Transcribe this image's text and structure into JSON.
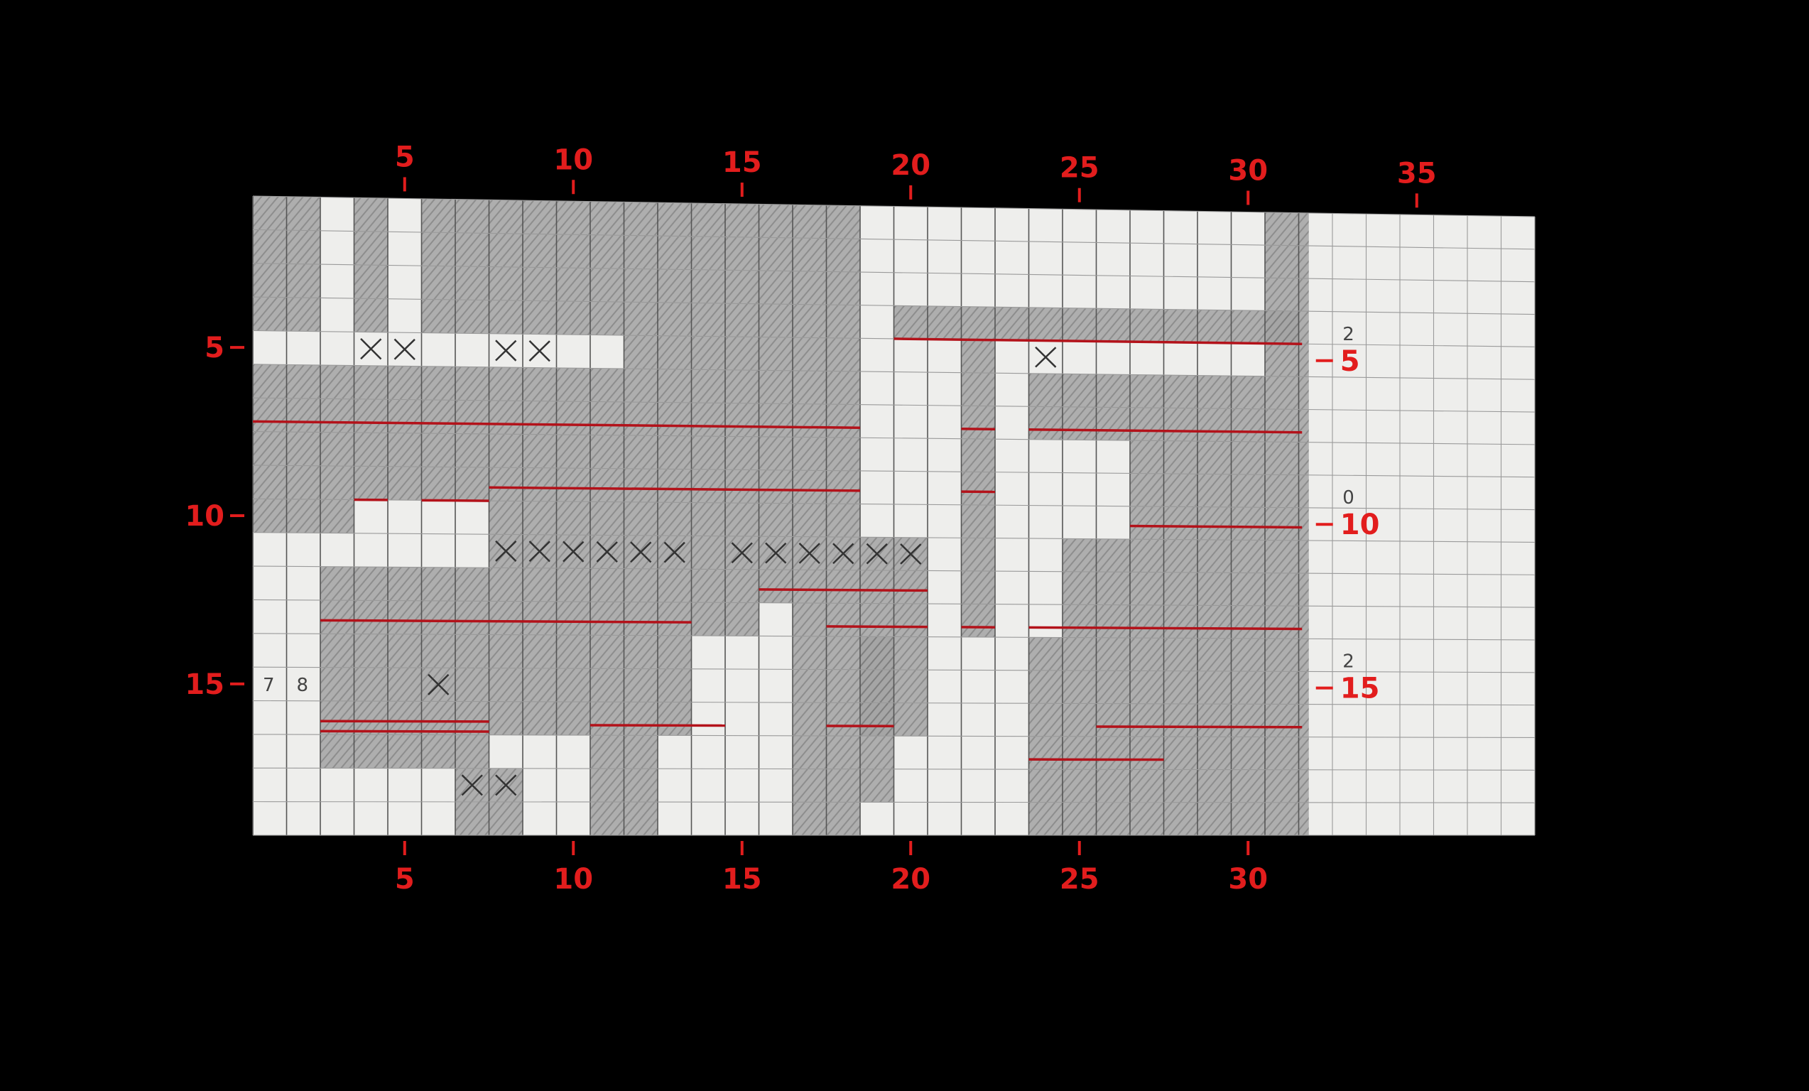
{
  "photo": {
    "description_kind": "photographed-graph-paper-nonogram",
    "grid_columns": 38,
    "grid_rows": 19,
    "paper_color": "#eeeeec",
    "grid_line_color": "#9a9a9a",
    "cell_border_color": "#555555",
    "shade_color": "#8d8d8d",
    "annotation_color": "#e21d1d",
    "background_color": "#000000"
  },
  "annotations": {
    "top": [
      {
        "text": "5",
        "col": 5
      },
      {
        "text": "10",
        "col": 10
      },
      {
        "text": "15",
        "col": 15
      },
      {
        "text": "20",
        "col": 20
      },
      {
        "text": "25",
        "col": 25
      },
      {
        "text": "30",
        "col": 30
      },
      {
        "text": "35",
        "col": 35
      }
    ],
    "bottom": [
      {
        "text": "5",
        "col": 5
      },
      {
        "text": "10",
        "col": 10
      },
      {
        "text": "15",
        "col": 15
      },
      {
        "text": "20",
        "col": 20
      },
      {
        "text": "25",
        "col": 25
      },
      {
        "text": "30",
        "col": 30
      }
    ],
    "left": [
      {
        "text": "5",
        "row": 5
      },
      {
        "text": "10",
        "row": 10
      },
      {
        "text": "15",
        "row": 15
      }
    ],
    "right": [
      {
        "text": "5",
        "row": 5
      },
      {
        "text": "10",
        "row": 10
      },
      {
        "text": "15",
        "row": 15
      }
    ]
  },
  "pencil_marks": {
    "right_small": [
      "2",
      "0",
      "2"
    ],
    "left_small": [
      "7",
      "8"
    ]
  },
  "shaded_regions": [
    {
      "c0": 0,
      "r0": 0,
      "c1": 2,
      "r1": 4
    },
    {
      "c0": 3,
      "r0": 0,
      "c1": 4,
      "r1": 4
    },
    {
      "c0": 5,
      "r0": 0,
      "c1": 9,
      "r1": 4
    },
    {
      "c0": 9,
      "r0": 0,
      "c1": 11,
      "r1": 4
    },
    {
      "c0": 11,
      "r0": 0,
      "c1": 15,
      "r1": 5
    },
    {
      "c0": 15,
      "r0": 0,
      "c1": 18,
      "r1": 5
    },
    {
      "c0": 30,
      "r0": 0,
      "c1": 31.3,
      "r1": 5
    },
    {
      "c0": 19,
      "r0": 3,
      "c1": 31,
      "r1": 4
    },
    {
      "c0": 0,
      "r0": 5,
      "c1": 18,
      "r1": 9
    },
    {
      "c0": 7,
      "r0": 9,
      "c1": 18,
      "r1": 10
    },
    {
      "c0": 0,
      "r0": 9,
      "c1": 3,
      "r1": 10
    },
    {
      "c0": 21,
      "r0": 4,
      "c1": 22,
      "r1": 13
    },
    {
      "c0": 23,
      "r0": 5,
      "c1": 31.3,
      "r1": 7
    },
    {
      "c0": 26,
      "r0": 7,
      "c1": 31.3,
      "r1": 10
    },
    {
      "c0": 24,
      "r0": 10,
      "c1": 31.3,
      "r1": 13
    },
    {
      "c0": 7,
      "r0": 10,
      "c1": 20,
      "r1": 11
    },
    {
      "c0": 2,
      "r0": 11,
      "c1": 15,
      "r1": 13
    },
    {
      "c0": 15,
      "r0": 11,
      "c1": 20,
      "r1": 12
    },
    {
      "c0": 2,
      "r0": 13,
      "c1": 7,
      "r1": 17
    },
    {
      "c0": 7,
      "r0": 13,
      "c1": 13,
      "r1": 16
    },
    {
      "c0": 16,
      "r0": 12,
      "c1": 20,
      "r1": 16
    },
    {
      "c0": 18,
      "r0": 13,
      "c1": 19,
      "r1": 18
    },
    {
      "c0": 23,
      "r0": 13,
      "c1": 31.3,
      "r1": 17
    },
    {
      "c0": 10,
      "r0": 16,
      "c1": 12,
      "r1": 19
    },
    {
      "c0": 6,
      "r0": 17,
      "c1": 8,
      "r1": 19
    },
    {
      "c0": 16,
      "r0": 16,
      "c1": 18,
      "r1": 19
    },
    {
      "c0": 23,
      "r0": 17,
      "c1": 31.3,
      "r1": 19
    }
  ],
  "red_lines": [
    {
      "c0": 19,
      "c1": 31.1,
      "r": 4
    },
    {
      "c0": 0,
      "c1": 18,
      "r": 6.7
    },
    {
      "c0": 23,
      "c1": 31.1,
      "r": 6.7
    },
    {
      "c0": 21,
      "c1": 22,
      "r": 6.7
    },
    {
      "c0": 7,
      "c1": 18,
      "r": 8.6
    },
    {
      "c0": 3,
      "c1": 4,
      "r": 9
    },
    {
      "c0": 5,
      "c1": 7,
      "r": 9
    },
    {
      "c0": 21,
      "c1": 22,
      "r": 8.6
    },
    {
      "c0": 26,
      "c1": 31.1,
      "r": 9.6
    },
    {
      "c0": 15,
      "c1": 20,
      "r": 11.6
    },
    {
      "c0": 2,
      "c1": 13,
      "r": 12.6
    },
    {
      "c0": 17,
      "c1": 20,
      "r": 12.7
    },
    {
      "c0": 21,
      "c1": 22,
      "r": 12.7
    },
    {
      "c0": 23,
      "c1": 31.1,
      "r": 12.7
    },
    {
      "c0": 2,
      "c1": 7,
      "r": 15.6
    },
    {
      "c0": 2,
      "c1": 7,
      "r": 15.9
    },
    {
      "c0": 10,
      "c1": 14,
      "r": 15.7
    },
    {
      "c0": 17,
      "c1": 19,
      "r": 15.7
    },
    {
      "c0": 25,
      "c1": 31.1,
      "r": 15.7
    },
    {
      "c0": 23,
      "c1": 27,
      "r": 16.7
    }
  ],
  "x_marks": [
    {
      "c": 3,
      "r": 4
    },
    {
      "c": 4,
      "r": 4
    },
    {
      "c": 7,
      "r": 4
    },
    {
      "c": 8,
      "r": 4
    },
    {
      "c": 23,
      "r": 4
    },
    {
      "c": 7,
      "r": 10
    },
    {
      "c": 8,
      "r": 10
    },
    {
      "c": 9,
      "r": 10
    },
    {
      "c": 10,
      "r": 10
    },
    {
      "c": 11,
      "r": 10
    },
    {
      "c": 12,
      "r": 10
    },
    {
      "c": 14,
      "r": 10
    },
    {
      "c": 15,
      "r": 10
    },
    {
      "c": 16,
      "r": 10
    },
    {
      "c": 17,
      "r": 10
    },
    {
      "c": 18,
      "r": 10
    },
    {
      "c": 19,
      "r": 10
    },
    {
      "c": 5,
      "r": 14
    },
    {
      "c": 6,
      "r": 17
    },
    {
      "c": 7,
      "r": 17
    }
  ]
}
